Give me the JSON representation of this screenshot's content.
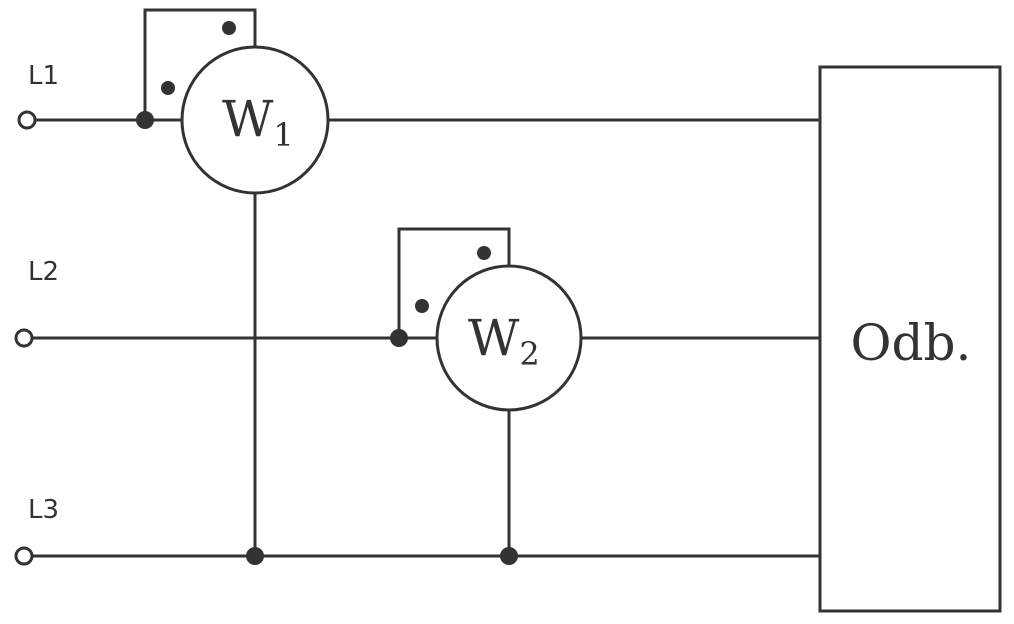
{
  "lines": {
    "l1": "L1",
    "l2": "L2",
    "l3": "L3"
  },
  "meters": {
    "w1": {
      "symbol": "W",
      "index": "1"
    },
    "w2": {
      "symbol": "W",
      "index": "2"
    }
  },
  "load": {
    "label": "Odb."
  },
  "colors": {
    "stroke": "#333333",
    "background": "#ffffff"
  }
}
